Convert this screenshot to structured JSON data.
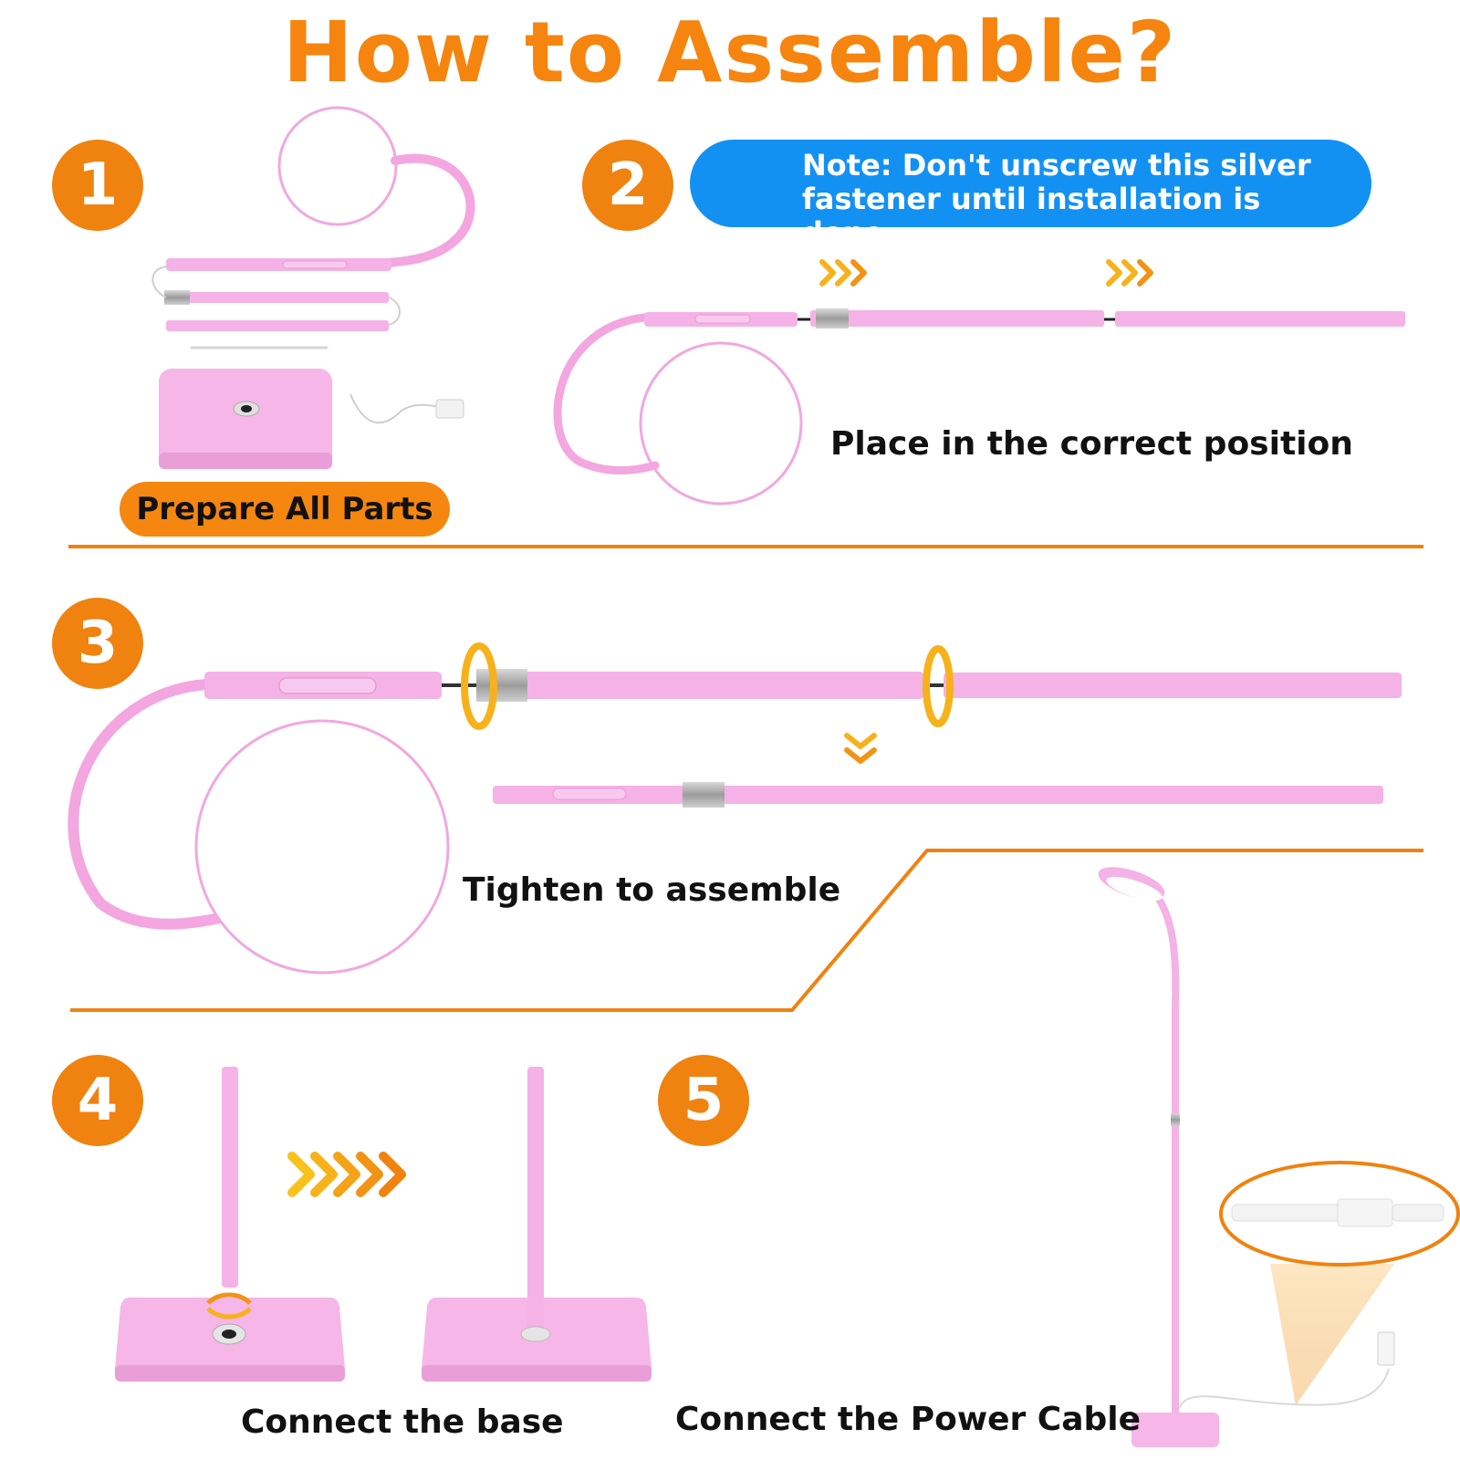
{
  "title": "How to Assemble?",
  "steps": [
    {
      "number": "1",
      "label": "Prepare All Parts"
    },
    {
      "number": "2",
      "note": "Note: Don't unscrew this silver fastener until installation is done",
      "caption": "Place in the correct position"
    },
    {
      "number": "3",
      "caption": "Tighten to assemble"
    },
    {
      "number": "4",
      "caption": "Connect the base"
    },
    {
      "number": "5",
      "caption": "Connect the Power Cable"
    }
  ],
  "colors": {
    "accent_orange": "#f0820f",
    "note_blue": "#1391f3",
    "lamp_pink": "#f4b2e6",
    "arrow_yellow": "#f7c21b"
  }
}
